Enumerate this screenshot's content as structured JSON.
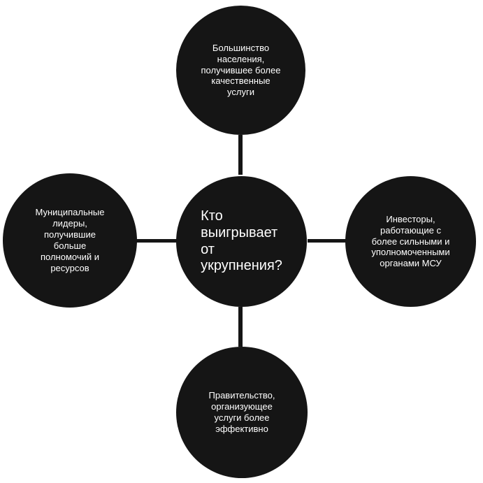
{
  "diagram": {
    "center": {
      "lines": [
        "Кто",
        "выигрывает",
        "от",
        "укрупнения?"
      ]
    },
    "top": {
      "lines": [
        "Большинство",
        "населения,",
        "получившее более",
        "качественные",
        "услуги"
      ]
    },
    "left": {
      "lines": [
        "Муниципальные",
        "лидеры,",
        "получившие",
        "больше",
        "полномочий и",
        "ресурсов"
      ]
    },
    "right": {
      "lines": [
        "Инвесторы,",
        "работающие с",
        "более сильными и",
        "уполномоченными",
        "органами МСУ"
      ]
    },
    "bottom": {
      "lines": [
        "Правительство,",
        "организующее",
        "услуги более",
        "эффективно"
      ]
    },
    "colors": {
      "circle_fill": "#151515",
      "text": "#ffffff",
      "background": "#ffffff"
    }
  }
}
